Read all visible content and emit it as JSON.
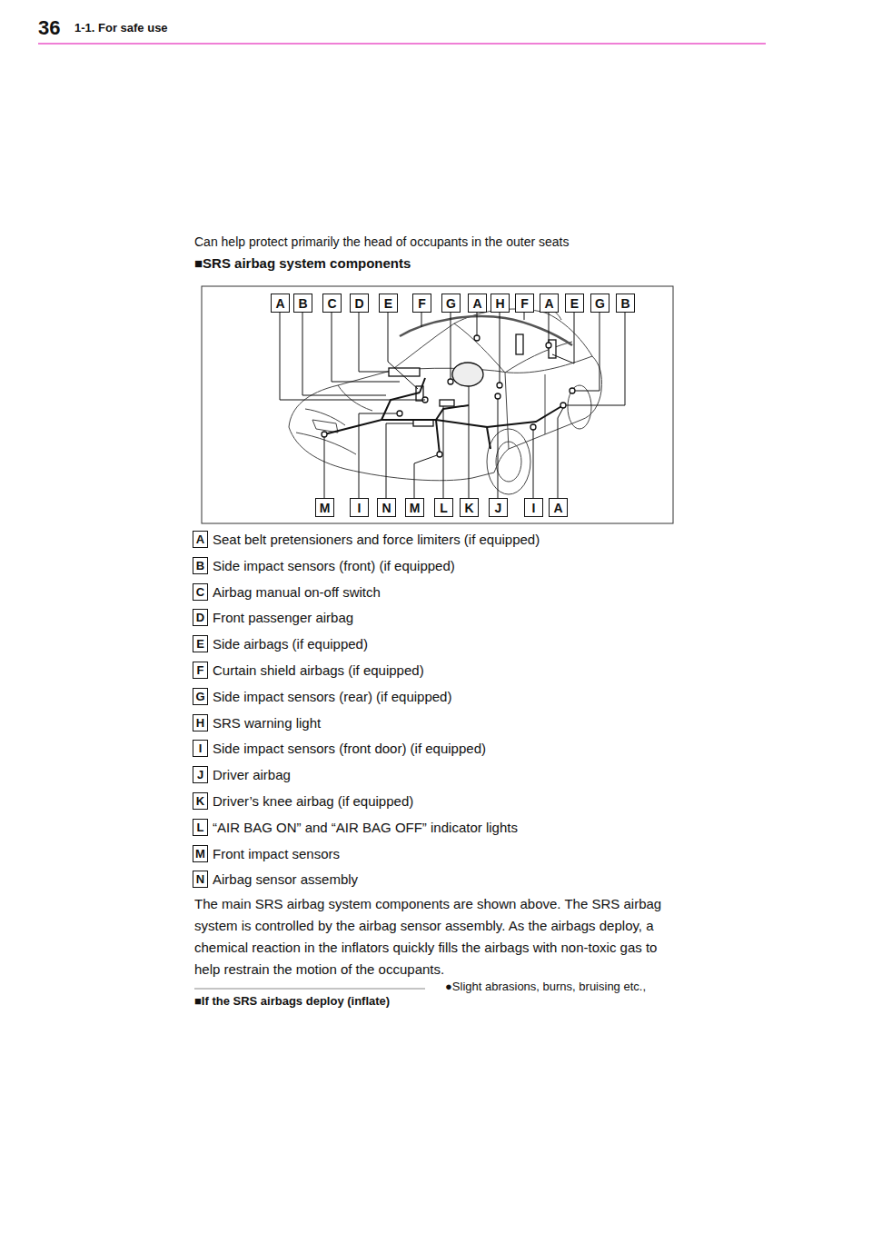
{
  "diagram": {
    "title": "■SRS airbag system components",
    "nodes": [
      {
        "text": [
          "A"
        ]
      },
      {
        "text": [
          "B"
        ]
      },
      {
        "text": [
          "C"
        ]
      },
      {
        "text": [
          "D"
        ]
      },
      {
        "text": [
          "E"
        ]
      },
      {
        "text": [
          "F"
        ]
      },
      {
        "text": [
          "G"
        ]
      },
      {
        "text": [
          "A"
        ]
      },
      {
        "text": [
          "H"
        ]
      },
      {
        "text": [
          "F"
        ]
      },
      {
        "text": [
          "A"
        ]
      },
      {
        "text": [
          "E"
        ]
      },
      {
        "text": [
          "G"
        ]
      },
      {
        "text": [
          "B"
        ]
      },
      {
        "text": [
          "M"
        ]
      },
      {
        "text": [
          "I"
        ]
      },
      {
        "text": [
          "N"
        ]
      },
      {
        "text": [
          "M"
        ]
      },
      {
        "text": [
          "L"
        ]
      },
      {
        "text": [
          "K"
        ]
      },
      {
        "text": [
          "J"
        ]
      },
      {
        "text": [
          "I"
        ]
      },
      {
        "text": [
          "A"
        ]
      },
      {
        "text": [
          "A",
          "Seat belt pretensioners and force limiters (if equipped)"
        ]
      },
      {
        "text": [
          "B",
          "Side impact sensors (front) (if equipped)"
        ]
      },
      {
        "text": [
          "C",
          "Airbag manual on-off switch"
        ]
      },
      {
        "text": [
          "D",
          "Front passenger airbag"
        ]
      },
      {
        "text": [
          "E",
          "Side airbags (if equipped)"
        ]
      },
      {
        "text": [
          "F",
          "Curtain shield airbags (if equipped)"
        ]
      },
      {
        "text": [
          "G",
          "Side impact sensors (rear) (if equipped)"
        ]
      },
      {
        "text": [
          "H",
          "SRS warning light"
        ]
      },
      {
        "text": [
          "I",
          "Side impact sensors (front door) (if equipped)"
        ]
      },
      {
        "text": [
          "J",
          "Driver airbag"
        ]
      },
      {
        "text": [
          "K",
          "Driver’s knee airbag (if equipped)"
        ]
      },
      {
        "text": [
          "L",
          "“AIR BAG ON” and “AIR BAG OFF” indicator lights"
        ]
      },
      {
        "text": [
          "M",
          "Front impact sensors"
        ]
      },
      {
        "text": [
          "N",
          "Airbag sensor assembly"
        ]
      }
    ],
    "labels": [
      "36",
      "1-1. For safe use",
      "Can help protect primarily the head of occupants in the outer seats",
      "The main SRS airbag system components are shown above. The SRS airbag system is controlled by the airbag sensor assembly. As the airbags deploy, a chemical reaction in the inflators quickly fills the airbags with non-toxic gas to help restrain the motion of the occupants.",
      "■If the SRS airbags deploy (inflate)",
      "●Slight abrasions, burns, bruising etc.,"
    ]
  }
}
